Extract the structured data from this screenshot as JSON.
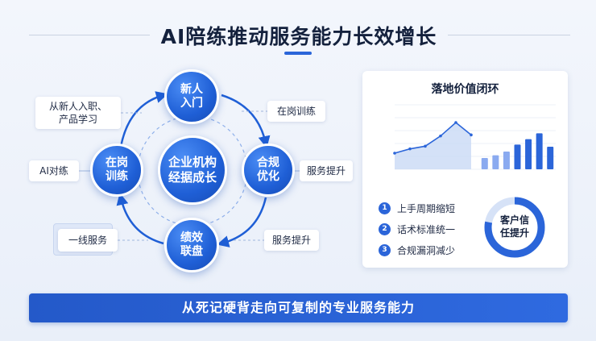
{
  "title": "AI陪练推动服务能力长效增长",
  "nodes": {
    "top": "新人\n入门",
    "left": "在岗\n训练",
    "center": "企业机构\n经据成长",
    "right": "合规\n优化",
    "bottom": "绩效\n联盘"
  },
  "labels": {
    "new_staff": "从新人入职、\n产品学习",
    "ai_practice": "AI对练",
    "frontline": "一线服务",
    "onboard_training": "在岗训练",
    "service_up_right": "服务提升",
    "service_up_bottom": "服务提升"
  },
  "card": {
    "title": "落地价值闭环",
    "list": [
      {
        "num": "1",
        "text": "上手周期缩短"
      },
      {
        "num": "2",
        "text": "话术标准统一"
      },
      {
        "num": "3",
        "text": "合规漏洞减少"
      }
    ],
    "donut_label": "客户信\n任提升"
  },
  "chart_data": {
    "type": "area",
    "series": [
      {
        "values": [
          300,
          380,
          430,
          620,
          870,
          640
        ]
      }
    ],
    "ylim": [
      0,
      1200
    ],
    "grid": true,
    "secondary": {
      "type": "bar",
      "values": [
        210,
        260,
        330,
        460,
        560,
        670,
        420
      ]
    },
    "colors": {
      "primary": "#2b65d9",
      "light": "#c9d9f5",
      "muted": "#8aaaf0"
    }
  },
  "donut": {
    "value_fraction": 0.78
  },
  "banner": "从死记硬背走向可复制的专业服务能力"
}
